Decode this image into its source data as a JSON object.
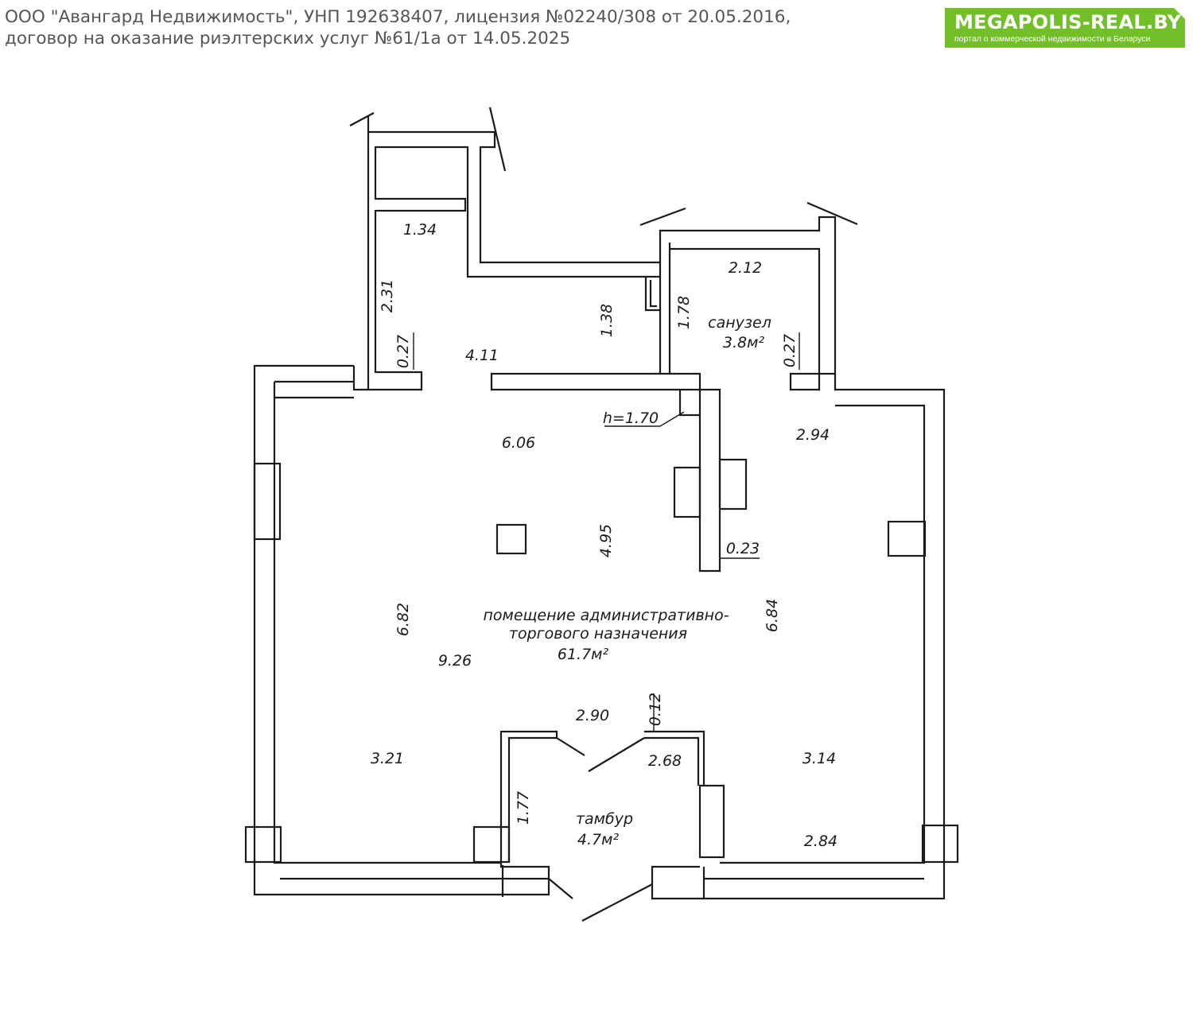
{
  "header": {
    "line1": "ООО \"Авангард Недвижимость\", УНП 192638407, лицензия №02240/308 от 20.05.2016,",
    "line2": "договор на оказание риэлтерских услуг №61/1а от 14.05.2025"
  },
  "brand": {
    "name": "MEGAPOLIS-REAL.BY",
    "tagline": "портал о коммерческой недвижимости в Беларуси",
    "color": "#72bf2a"
  },
  "plan": {
    "rooms": {
      "main_line1": "помещение административно-",
      "main_line2": "торгового назначения",
      "main_area": "61.7м²",
      "bath_name": "санузел",
      "bath_area": "3.8м²",
      "vest_name": "тамбур",
      "vest_area": "4.7м²"
    },
    "dims": {
      "d134": "1.34",
      "d231": "2.31",
      "d027a": "0.27",
      "d411": "4.11",
      "d138": "1.38",
      "d178": "1.78",
      "d212": "2.12",
      "d027b": "0.27",
      "h170": "h=1.70",
      "d606": "6.06",
      "d294": "2.94",
      "d495": "4.95",
      "d023": "0.23",
      "d682": "6.82",
      "d684": "6.84",
      "d926": "9.26",
      "d290": "2.90",
      "d012": "0.12",
      "d321": "3.21",
      "d268": "2.68",
      "d314": "3.14",
      "d177": "1.77",
      "d284": "2.84"
    }
  }
}
